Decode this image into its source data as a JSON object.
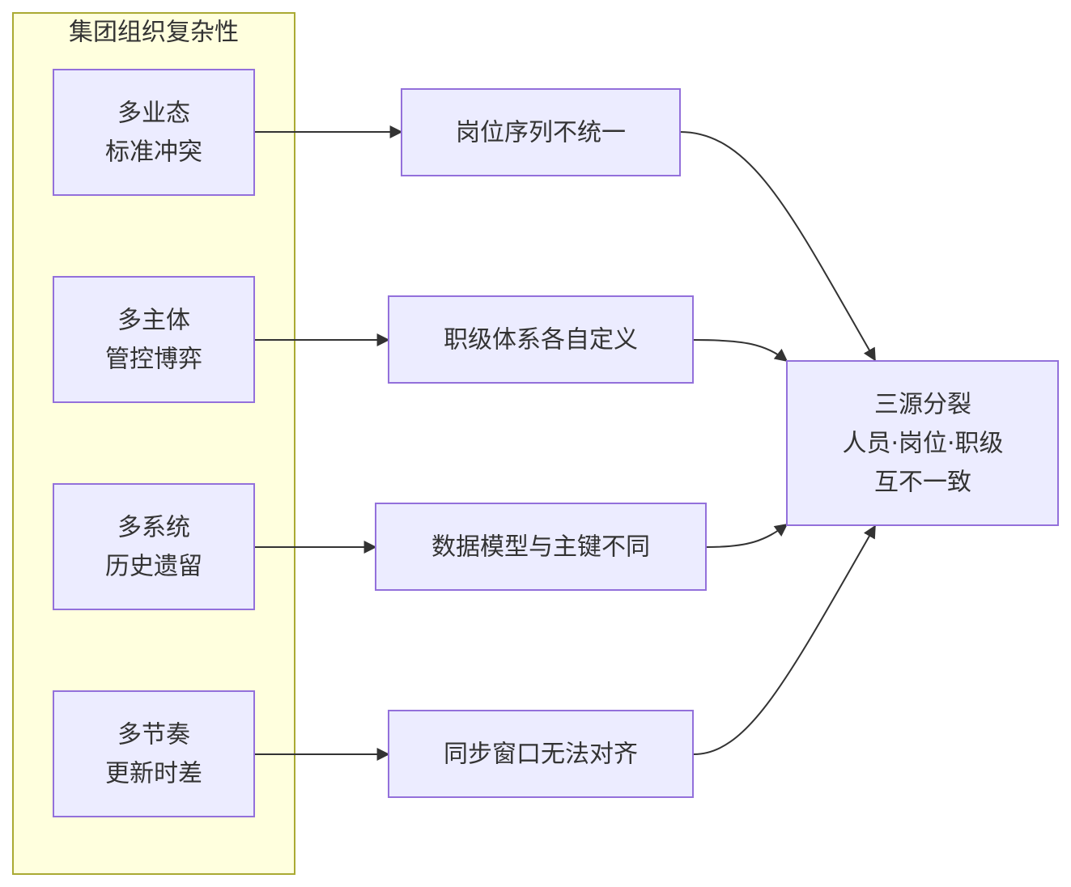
{
  "diagram": {
    "group": {
      "title": "集团组织复杂性",
      "color_fill": "#FFFFDE",
      "color_stroke": "#AAAA33"
    },
    "node_colors": {
      "fill": "#ECECFF",
      "stroke": "#9370DB",
      "text": "#333333",
      "edge": "#333333"
    },
    "causes": [
      {
        "id": "c1",
        "lines": [
          "多业态",
          "标准冲突"
        ]
      },
      {
        "id": "c2",
        "lines": [
          "多主体",
          "管控博弈"
        ]
      },
      {
        "id": "c3",
        "lines": [
          "多系统",
          "历史遗留"
        ]
      },
      {
        "id": "c4",
        "lines": [
          "多节奏",
          "更新时差"
        ]
      }
    ],
    "effects": [
      {
        "id": "e1",
        "lines": [
          "岗位序列不统一"
        ]
      },
      {
        "id": "e2",
        "lines": [
          "职级体系各自定义"
        ]
      },
      {
        "id": "e3",
        "lines": [
          "数据模型与主键不同"
        ]
      },
      {
        "id": "e4",
        "lines": [
          "同步窗口无法对齐"
        ]
      }
    ],
    "result": {
      "id": "r",
      "lines": [
        "三源分裂",
        "人员·岗位·职级",
        "互不一致"
      ]
    },
    "edges": [
      {
        "from": "c1",
        "to": "e1"
      },
      {
        "from": "c2",
        "to": "e2"
      },
      {
        "from": "c3",
        "to": "e3"
      },
      {
        "from": "c4",
        "to": "e4"
      },
      {
        "from": "e1",
        "to": "r"
      },
      {
        "from": "e2",
        "to": "r"
      },
      {
        "from": "e3",
        "to": "r"
      },
      {
        "from": "e4",
        "to": "r"
      }
    ]
  }
}
